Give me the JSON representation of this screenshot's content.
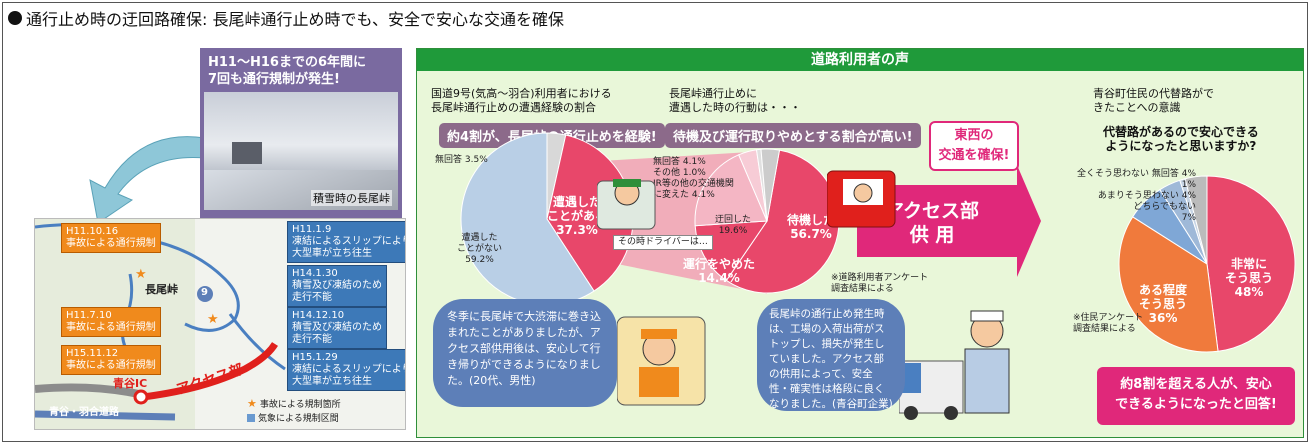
{
  "headline": "通行止め時の迂回路確保: 長尾峠通行止め時でも、安全で安心な交通を確保",
  "photo": {
    "title_line1": "H11～H16までの6年間に",
    "title_line2": "7回も通行規制が発生!",
    "caption": "積雪時の長尾峠"
  },
  "map": {
    "orange_tags": [
      {
        "line1": "H11.10.16",
        "line2": "事故による通行規制"
      },
      {
        "line1": "H11.7.10",
        "line2": "事故による通行規制"
      },
      {
        "line1": "H15.11.12",
        "line2": "事故による通行規制"
      }
    ],
    "blue_tags": [
      {
        "line1": "H11.1.9",
        "line2": "凍結によるスリップにより",
        "line3": "大型車が立ち往生"
      },
      {
        "line1": "H14.1.30",
        "line2": "積雪及び凍結のため",
        "line3": "走行不能"
      },
      {
        "line1": "H14.12.10",
        "line2": "積雪及び凍結のため",
        "line3": "走行不能"
      },
      {
        "line1": "H15.1.29",
        "line2": "凍結によるスリップにより",
        "line3": "大型車が立ち往生"
      }
    ],
    "place_nagaotouge": "長尾峠",
    "route_number": "9",
    "place_aoya_ic": "青谷IC",
    "access_label": "アクセス部",
    "road_label": "青谷・羽合道路",
    "legend_accident": "事故による規制箇所",
    "legend_weather": "気象による規制区間"
  },
  "voice": {
    "header": "道路利用者の声",
    "sub1_line1": "国道9号(気高～羽合)利用者における",
    "sub1_line2": "長尾峠通行止めの遭遇経験の割合",
    "sub2_line1": "長尾峠通行止めに",
    "sub2_line2": "遭遇した時の行動は・・・",
    "sub3_line1": "青谷町住民の代替路がで",
    "sub3_line2": "きたことへの意識",
    "bubble1": "約4割が、長尾峠の通行止めを経験!",
    "bubble2": "待機及び運行取りやめとする割合が高い!",
    "east_west_line1": "東西の",
    "east_west_line2": "交通を確保!",
    "access_line1": "アクセス部",
    "access_line2": "供 用",
    "question_line1": "代替路があるので安心できる",
    "question_line2": "ようになったと思いますか?",
    "note1_line1": "※道路利用者アンケート",
    "note1_line2": "調査結果による",
    "note2_line1": "※住民アンケート",
    "note2_line2": "調査結果による",
    "driver_label": "その時ドライバーは…",
    "comment1": "冬季に長尾峠で大渋滞に巻き込まれたことがありましたが、アクセス部供用後は、安心して行き帰りができるようになりました。(20代、男性)",
    "comment2": "長尾峠の通行止め発生時は、工場の入荷出荷がストップし、損失が発生していました。アクセス部の供用によって、安全性・確実性は格段に良くなりました。(青谷町企業)",
    "final_line1": "約8割を超える人が、安心",
    "final_line2": "できるようになったと回答!"
  },
  "chart_data": [
    {
      "type": "pie",
      "slices": [
        {
          "label_line1": "遭遇した",
          "label_line2": "ことがある",
          "value": 37.3,
          "display": "37.3%",
          "color": "#e8476a"
        },
        {
          "label_line1": "遭遇した",
          "label_line2": "ことがない",
          "value": 59.2,
          "display": "59.2%",
          "color": "#b9cfe6"
        },
        {
          "label_line1": "無回答",
          "label_line2": "",
          "value": 3.5,
          "display": "3.5%",
          "color": "#d8d8d8"
        }
      ]
    },
    {
      "type": "pie",
      "slices": [
        {
          "label_line1": "待機した",
          "label_line2": "",
          "value": 56.7,
          "display": "56.7%",
          "color": "#e8476a"
        },
        {
          "label_line1": "運行をやめた",
          "label_line2": "",
          "value": 14.4,
          "display": "14.4%",
          "color": "#e8476a"
        },
        {
          "label_line1": "迂回した",
          "label_line2": "",
          "value": 19.6,
          "display": "19.6%",
          "color": "#f4b6c4"
        },
        {
          "label_line1": "JR等の他の交通機関",
          "label_line2": "に変えた",
          "value": 4.1,
          "display": "4.1%",
          "color": "#f7ccd6"
        },
        {
          "label_line1": "その他",
          "label_line2": "",
          "value": 1.0,
          "display": "1.0%",
          "color": "#e0e0e0"
        },
        {
          "label_line1": "無回答",
          "label_line2": "",
          "value": 4.1,
          "display": "4.1%",
          "color": "#cccccc"
        }
      ]
    },
    {
      "type": "pie",
      "slices": [
        {
          "label_line1": "非常に",
          "label_line2": "そう思う",
          "value": 48,
          "display": "48%",
          "color": "#e8476a"
        },
        {
          "label_line1": "ある程度",
          "label_line2": "そう思う",
          "value": 36,
          "display": "36%",
          "color": "#f07a3c"
        },
        {
          "label_line1": "どちらでもない",
          "label_line2": "",
          "value": 7,
          "display": "7%",
          "color": "#7fa7d6"
        },
        {
          "label_line1": "あまりそう思わない",
          "label_line2": "",
          "value": 4,
          "display": "4%",
          "color": "#9fb9d8"
        },
        {
          "label_line1": "全くそう思わない",
          "label_line2": "",
          "value": 1,
          "display": "1%",
          "color": "#c6d4e4"
        },
        {
          "label_line1": "無回答",
          "label_line2": "",
          "value": 4,
          "display": "4%",
          "color": "#bbbbbb"
        }
      ]
    }
  ]
}
